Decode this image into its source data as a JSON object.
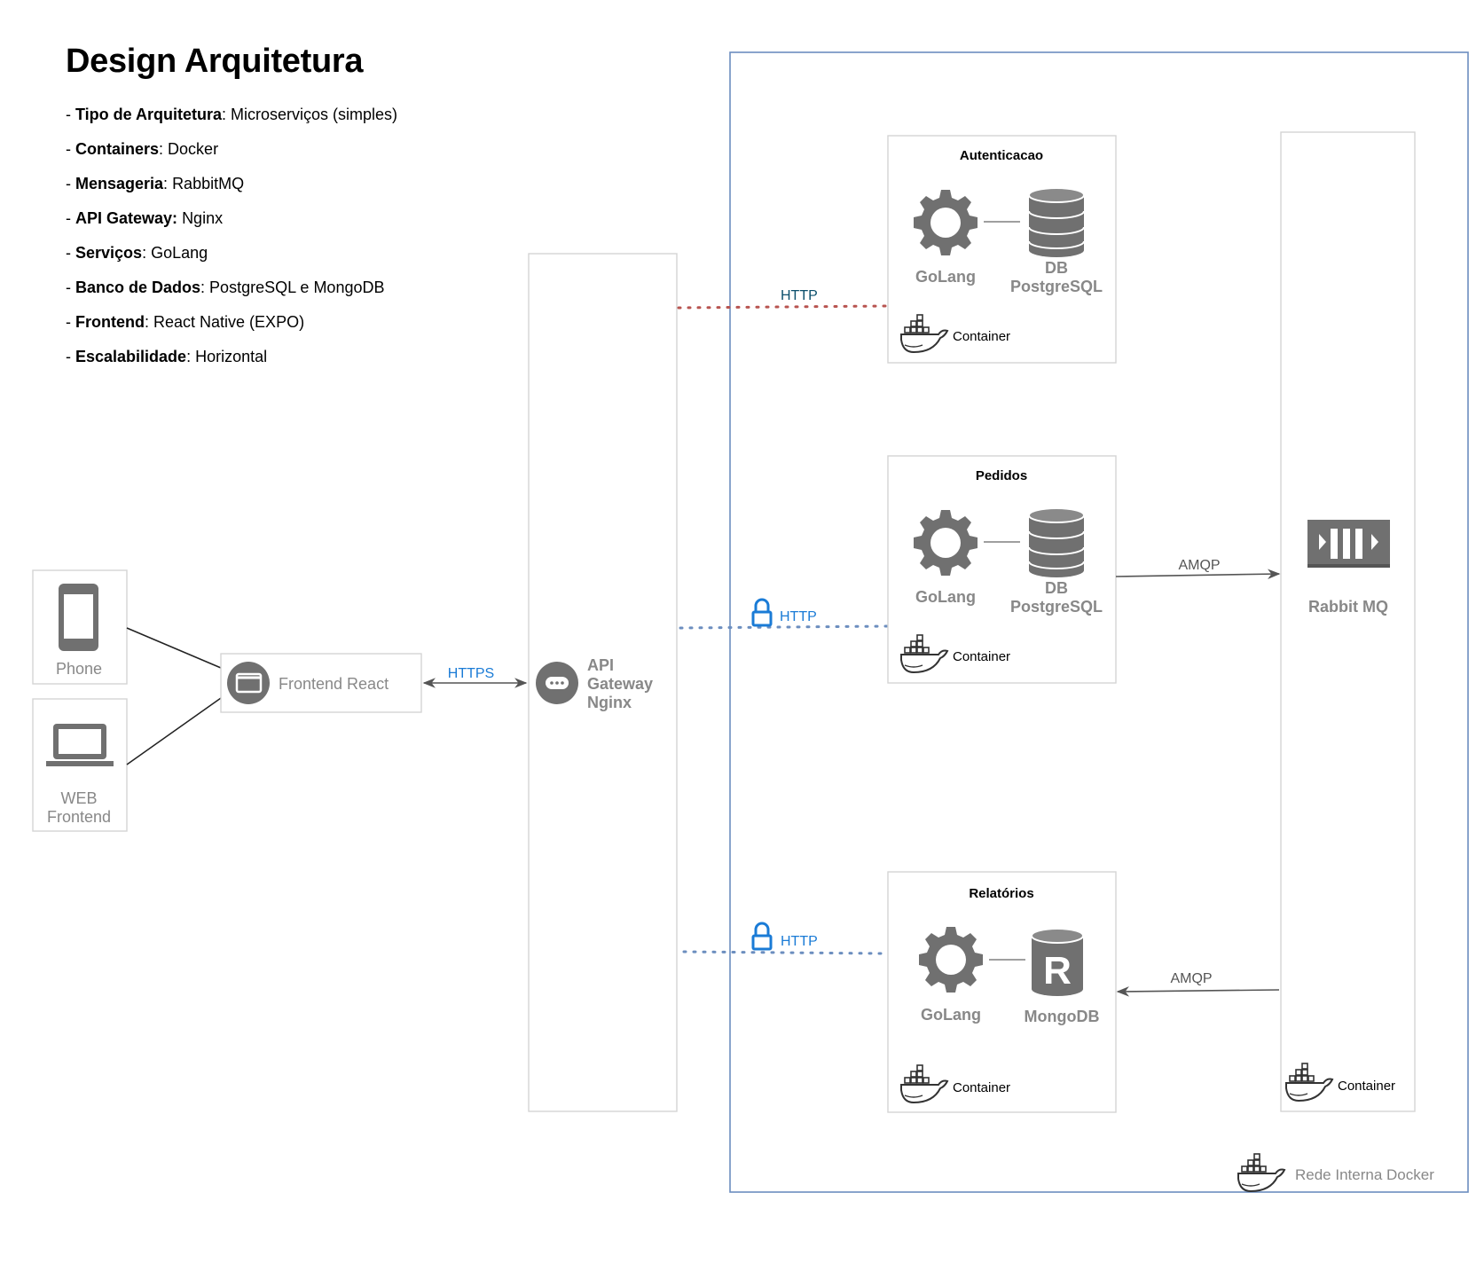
{
  "title": "Design Arquitetura",
  "specs": [
    {
      "key": "Tipo de Arquitetura",
      "sep": ": ",
      "value": "Microserviços (simples)"
    },
    {
      "key": "Containers",
      "sep": ": ",
      "value": "Docker"
    },
    {
      "key": "Mensageria",
      "sep": ": ",
      "value": "RabbitMQ"
    },
    {
      "key": "API Gateway:",
      "sep": " ",
      "value": "Nginx"
    },
    {
      "key": "Serviços",
      "sep": ": ",
      "value": "GoLang"
    },
    {
      "key": "Banco de Dados",
      "sep": ": ",
      "value": "PostgreSQL e MongoDB"
    },
    {
      "key": "Frontend",
      "sep": ": ",
      "value": "React Native (EXPO)"
    },
    {
      "key": "Escalabilidade",
      "sep": ": ",
      "value": "Horizontal"
    }
  ],
  "clients": {
    "phone": "Phone",
    "web_line1": "WEB",
    "web_line2": "Frontend"
  },
  "frontend": "Frontend React",
  "https_label": "HTTPS",
  "gateway": {
    "line1": "API",
    "line2": "Gateway",
    "line3": "Nginx"
  },
  "network_label": "Rede Interna Docker",
  "services": {
    "auth": {
      "title": "Autenticacao",
      "lang": "GoLang",
      "db_line1": "DB",
      "db_line2": "PostgreSQL",
      "container": "Container",
      "link": "HTTP"
    },
    "orders": {
      "title": "Pedidos",
      "lang": "GoLang",
      "db_line1": "DB",
      "db_line2": "PostgreSQL",
      "container": "Container",
      "link": "HTTP"
    },
    "reports": {
      "title": "Relatórios",
      "lang": "GoLang",
      "db_line1": "MongoDB",
      "container": "Container",
      "link": "HTTP"
    }
  },
  "rabbit": {
    "label": "Rabbit MQ",
    "container": "Container"
  },
  "amqp_out": "AMQP",
  "amqp_in": "AMQP",
  "colors": {
    "gray_icon": "#707070",
    "box_border": "#d4d4d4",
    "network_border": "#6c8ebf",
    "http_red": "#b85450",
    "http_blue": "#1a7bd6",
    "dotted_blue": "#6c8ebf",
    "http_dark": "#0b4f6c"
  }
}
